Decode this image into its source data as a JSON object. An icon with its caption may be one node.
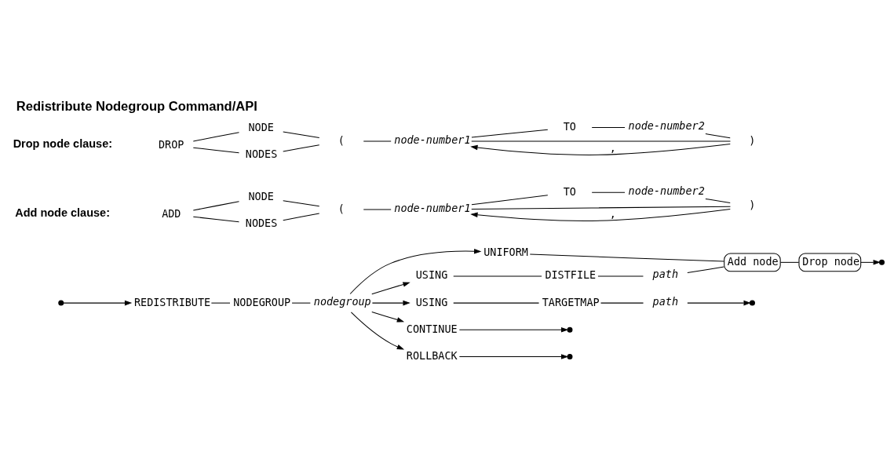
{
  "diagram": {
    "title": "Redistribute Nodegroup Command/API",
    "nodes": [
      {
        "text": [
          "REDISTRIBUTE"
        ]
      },
      {
        "text": [
          "NODEGROUP"
        ]
      },
      {
        "text": [
          "nodegroup"
        ]
      },
      {
        "text": [
          "UNIFORM"
        ]
      },
      {
        "text": [
          "USING"
        ]
      },
      {
        "text": [
          "DISTFILE"
        ]
      },
      {
        "text": [
          "path"
        ]
      },
      {
        "text": [
          "Add node"
        ]
      },
      {
        "text": [
          "Drop node"
        ]
      },
      {
        "text": [
          "USING"
        ]
      },
      {
        "text": [
          "TARGETMAP"
        ]
      },
      {
        "text": [
          "path"
        ]
      },
      {
        "text": [
          "CONTINUE"
        ]
      },
      {
        "text": [
          "ROLLBACK"
        ]
      },
      {
        "text": [
          "ADD"
        ]
      },
      {
        "text": [
          "NODE"
        ]
      },
      {
        "text": [
          "NODES"
        ]
      },
      {
        "text": [
          "("
        ]
      },
      {
        "text": [
          "node-number1"
        ]
      },
      {
        "text": [
          "TO"
        ]
      },
      {
        "text": [
          "node-number2"
        ]
      },
      {
        "text": [
          ")"
        ]
      },
      {
        "text": [
          "DROP"
        ]
      },
      {
        "text": [
          "NODE"
        ]
      },
      {
        "text": [
          "NODES"
        ]
      },
      {
        "text": [
          "("
        ]
      },
      {
        "text": [
          "node-number1"
        ]
      },
      {
        "text": [
          "TO"
        ]
      },
      {
        "text": [
          "node-number2"
        ]
      },
      {
        "text": [
          ")"
        ]
      }
    ],
    "edges": [
      {
        "from": null,
        "to": 0,
        "arrow": "to"
      },
      {
        "from": 0,
        "to": 1,
        "arrow": "none"
      },
      {
        "from": 1,
        "to": 2,
        "arrow": "none"
      },
      {
        "from": 2,
        "to": 3,
        "arrow": "to"
      },
      {
        "from": 2,
        "to": 4,
        "arrow": "to"
      },
      {
        "from": 2,
        "to": 9,
        "arrow": "to"
      },
      {
        "from": 2,
        "to": 12,
        "arrow": "to"
      },
      {
        "from": 2,
        "to": 13,
        "arrow": "to"
      },
      {
        "from": 4,
        "to": 5,
        "arrow": "none"
      },
      {
        "from": 5,
        "to": 6,
        "arrow": "none"
      },
      {
        "from": 3,
        "to": 7,
        "arrow": "none"
      },
      {
        "from": 6,
        "to": 7,
        "arrow": "none"
      },
      {
        "from": 7,
        "to": 8,
        "arrow": "none"
      },
      {
        "from": 9,
        "to": 10,
        "arrow": "none"
      },
      {
        "from": 10,
        "to": 11,
        "arrow": "none"
      },
      {
        "from": 8,
        "to": null,
        "arrow": "to"
      },
      {
        "from": 11,
        "to": null,
        "arrow": "to"
      },
      {
        "from": 12,
        "to": null,
        "arrow": "to"
      },
      {
        "from": 13,
        "to": null,
        "arrow": "to"
      },
      {
        "from": 14,
        "to": 15,
        "arrow": "none"
      },
      {
        "from": 14,
        "to": 16,
        "arrow": "none"
      },
      {
        "from": 15,
        "to": 17,
        "arrow": "none"
      },
      {
        "from": 16,
        "to": 17,
        "arrow": "none"
      },
      {
        "from": 17,
        "to": 18,
        "arrow": "none"
      },
      {
        "from": 18,
        "to": 19,
        "arrow": "none"
      },
      {
        "from": 19,
        "to": 20,
        "arrow": "none"
      },
      {
        "from": 20,
        "to": 21,
        "arrow": "none"
      },
      {
        "from": 18,
        "to": 21,
        "arrow": "none"
      },
      {
        "from": 21,
        "to": 18,
        "arrow": "to",
        "label": ","
      },
      {
        "from": 22,
        "to": 23,
        "arrow": "none"
      },
      {
        "from": 22,
        "to": 24,
        "arrow": "none"
      },
      {
        "from": 23,
        "to": 25,
        "arrow": "none"
      },
      {
        "from": 24,
        "to": 25,
        "arrow": "none"
      },
      {
        "from": 25,
        "to": 26,
        "arrow": "none"
      },
      {
        "from": 26,
        "to": 27,
        "arrow": "none"
      },
      {
        "from": 27,
        "to": 28,
        "arrow": "none"
      },
      {
        "from": 28,
        "to": 29,
        "arrow": "none"
      },
      {
        "from": 26,
        "to": 29,
        "arrow": "none"
      },
      {
        "from": 29,
        "to": 26,
        "arrow": "to",
        "label": ","
      }
    ],
    "labels": [
      "Add node clause:",
      "Drop node clause:"
    ]
  }
}
